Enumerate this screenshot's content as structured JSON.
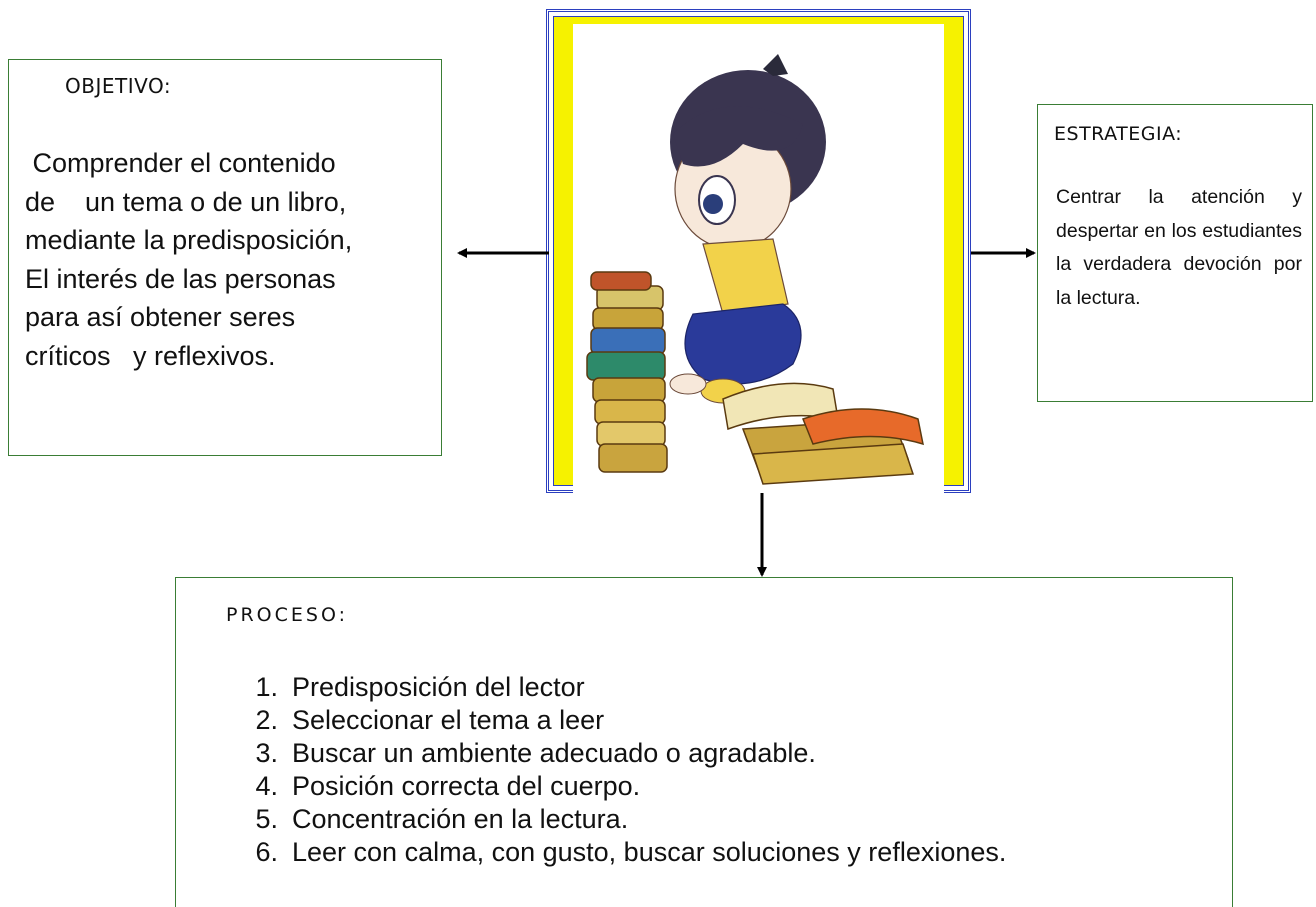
{
  "objetivo": {
    "heading": "OBJETIVO:",
    "lines": [
      " Comprender el contenido",
      "de    un tema o de un libro,",
      "mediante la predisposición,",
      "El interés de las personas",
      "para así obtener seres",
      "críticos   y reflexivos."
    ]
  },
  "estrategia": {
    "heading": "ESTRATEGIA:",
    "text": "Centrar la atención y despertar  en los estudiantes la verdadera devoción por la lectura."
  },
  "proceso": {
    "heading": "PROCESO:",
    "steps": [
      {
        "num": "1.",
        "text": "Predisposición del lector"
      },
      {
        "num": "2.",
        "text": "Seleccionar el tema a leer"
      },
      {
        "num": "3.",
        "text": "Buscar un ambiente adecuado o agradable."
      },
      {
        "num": "4.",
        "text": "Posición correcta del cuerpo."
      },
      {
        "num": "5.",
        "text": "Concentración en la lectura."
      },
      {
        "num": "6.",
        "text": "Leer con calma, con gusto, buscar soluciones y reflexiones."
      }
    ]
  },
  "colors": {
    "box_border": "#3a7d35",
    "frame_blue": "#2b3fbf",
    "frame_yellow": "#f6f200"
  }
}
